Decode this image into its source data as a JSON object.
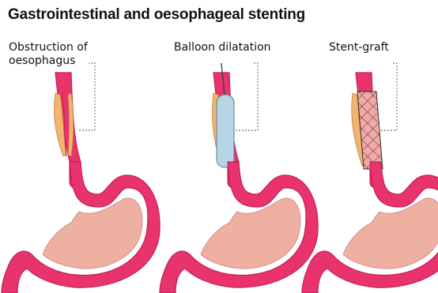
{
  "title": "Gastrointestinal and oesophageal stenting",
  "panels": [
    {
      "label_line1": "Obstruction of",
      "label_line2": "oesophagus"
    },
    {
      "label_line1": "Balloon dilatation",
      "label_line2": ""
    },
    {
      "label_line1": "Stent-graft",
      "label_line2": ""
    }
  ],
  "colors": {
    "tissue": "#e8336d",
    "tissue_dark": "#c41f57",
    "lumen": "#f5a8a8",
    "fat": "#f2b46e",
    "balloon": "#b6d6e6",
    "stent": "#333333"
  }
}
